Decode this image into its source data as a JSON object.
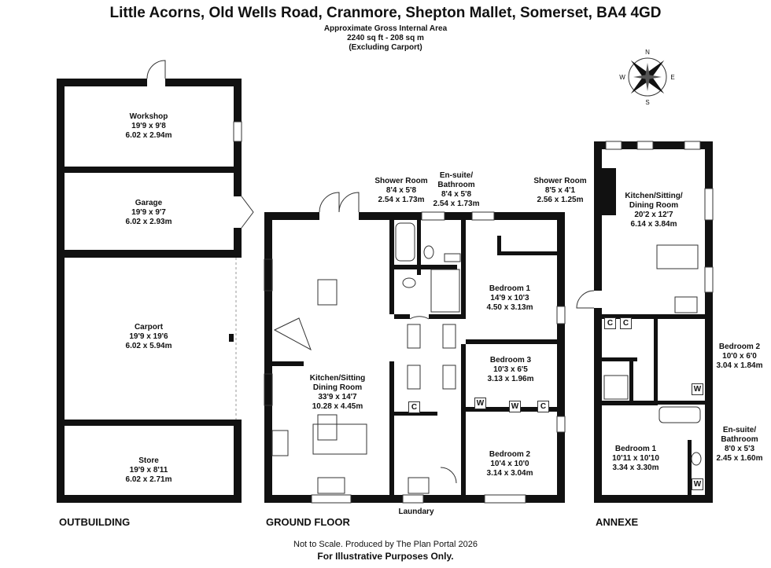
{
  "title": "Little Acorns, Old Wells Road, Cranmore, Shepton Mallet, Somerset, BA4 4GD",
  "area": {
    "label": "Approximate Gross Internal Area",
    "size": "2240 sq ft - 208 sq m",
    "note": "(Excluding Carport)"
  },
  "compass": {
    "n": "N",
    "e": "E",
    "s": "S",
    "w": "W"
  },
  "floors": {
    "outbuilding": "OUTBUILDING",
    "ground": "GROUND FLOOR",
    "annexe": "ANNEXE"
  },
  "rooms": {
    "workshop": {
      "name": "Workshop",
      "imperial": "19'9 x 9'8",
      "metric": "6.02 x 2.94m"
    },
    "garage": {
      "name": "Garage",
      "imperial": "19'9 x 9'7",
      "metric": "6.02 x 2.93m"
    },
    "carport": {
      "name": "Carport",
      "imperial": "19'9 x 19'6",
      "metric": "6.02 x 5.94m"
    },
    "store": {
      "name": "Store",
      "imperial": "19'9 x 8'11",
      "metric": "6.02 x 2.71m"
    },
    "shower_gf": {
      "name": "Shower Room",
      "imperial": "8'4 x 5'8",
      "metric": "2.54 x 1.73m"
    },
    "ensuite_gf": {
      "name1": "En-suite/",
      "name2": "Bathroom",
      "imperial": "8'4 x 5'8",
      "metric": "2.54 x 1.73m"
    },
    "kitchen_gf": {
      "name1": "Kitchen/Sitting",
      "name2": "Dining Room",
      "imperial": "33'9 x 14'7",
      "metric": "10.28 x 4.45m"
    },
    "bed1_gf": {
      "name": "Bedroom 1",
      "imperial": "14'9 x 10'3",
      "metric": "4.50 x 3.13m"
    },
    "bed3_gf": {
      "name": "Bedroom 3",
      "imperial": "10'3 x 6'5",
      "metric": "3.13 x 1.96m"
    },
    "bed2_gf": {
      "name": "Bedroom 2",
      "imperial": "10'4 x 10'0",
      "metric": "3.14 x 3.04m"
    },
    "laundary": {
      "name": "Laundary"
    },
    "shower_ax": {
      "name": "Shower Room",
      "imperial": "8'5 x 4'1",
      "metric": "2.56 x 1.25m"
    },
    "kitchen_ax": {
      "name1": "Kitchen/Sitting/",
      "name2": "Dining Room",
      "imperial": "20'2 x 12'7",
      "metric": "6.14 x 3.84m"
    },
    "bed2_ax": {
      "name": "Bedroom 2",
      "imperial": "10'0 x 6'0",
      "metric": "3.04 x 1.84m"
    },
    "bed1_ax": {
      "name": "Bedroom 1",
      "imperial": "10'11 x 10'10",
      "metric": "3.34 x 3.30m"
    },
    "ensuite_ax": {
      "name1": "En-suite/",
      "name2": "Bathroom",
      "imperial": "8'0 x 5'3",
      "metric": "2.45 x 1.60m"
    }
  },
  "storage": {
    "cupboard": "C",
    "wardrobe": "W"
  },
  "footer": {
    "scale": "Not to Scale. Produced by The Plan Portal 2026",
    "purpose": "For Illustrative Purposes Only."
  }
}
